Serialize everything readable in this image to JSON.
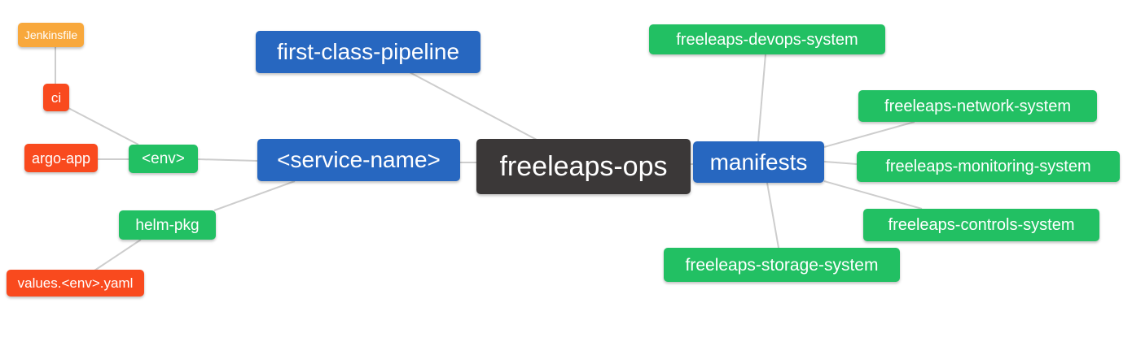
{
  "diagram": {
    "type": "mindmap",
    "root_label": "freeleaps-ops"
  },
  "colors": {
    "blue": "#2767C0",
    "green": "#22C063",
    "orange": "#F8A83C",
    "red": "#F94A1E",
    "dark": "#3B3838",
    "edge": "#CDCDCD",
    "background": "#FFFFFF",
    "text": "#FFFFFF"
  },
  "nodes": {
    "jenkinsfile": {
      "label": "Jenkinsfile",
      "color": "orange"
    },
    "ci": {
      "label": "ci",
      "color": "red"
    },
    "argo-app": {
      "label": "argo-app",
      "color": "red"
    },
    "env": {
      "label": "<env>",
      "color": "green"
    },
    "first-class-pipeline": {
      "label": "first-class-pipeline",
      "color": "blue"
    },
    "service-name": {
      "label": "<service-name>",
      "color": "blue"
    },
    "freeleaps-ops": {
      "label": "freeleaps-ops",
      "color": "dark"
    },
    "manifests": {
      "label": "manifests",
      "color": "blue"
    },
    "devops-system": {
      "label": "freeleaps-devops-system",
      "color": "green"
    },
    "network-system": {
      "label": "freeleaps-network-system",
      "color": "green"
    },
    "monitoring-system": {
      "label": "freeleaps-monitoring-system",
      "color": "green"
    },
    "controls-system": {
      "label": "freeleaps-controls-system",
      "color": "green"
    },
    "storage-system": {
      "label": "freeleaps-storage-system",
      "color": "green"
    },
    "helm-pkg": {
      "label": "helm-pkg",
      "color": "green"
    },
    "values-env-yaml": {
      "label": "values.<env>.yaml",
      "color": "red"
    }
  },
  "edges": [
    {
      "from": "jenkinsfile",
      "to": "ci"
    },
    {
      "from": "ci",
      "to": "env"
    },
    {
      "from": "argo-app",
      "to": "env"
    },
    {
      "from": "env",
      "to": "service-name"
    },
    {
      "from": "service-name",
      "to": "helm-pkg"
    },
    {
      "from": "helm-pkg",
      "to": "values-env-yaml"
    },
    {
      "from": "first-class-pipeline",
      "to": "freeleaps-ops"
    },
    {
      "from": "service-name",
      "to": "freeleaps-ops"
    },
    {
      "from": "freeleaps-ops",
      "to": "manifests"
    },
    {
      "from": "manifests",
      "to": "devops-system"
    },
    {
      "from": "manifests",
      "to": "network-system"
    },
    {
      "from": "manifests",
      "to": "monitoring-system"
    },
    {
      "from": "manifests",
      "to": "controls-system"
    },
    {
      "from": "manifests",
      "to": "storage-system"
    }
  ]
}
